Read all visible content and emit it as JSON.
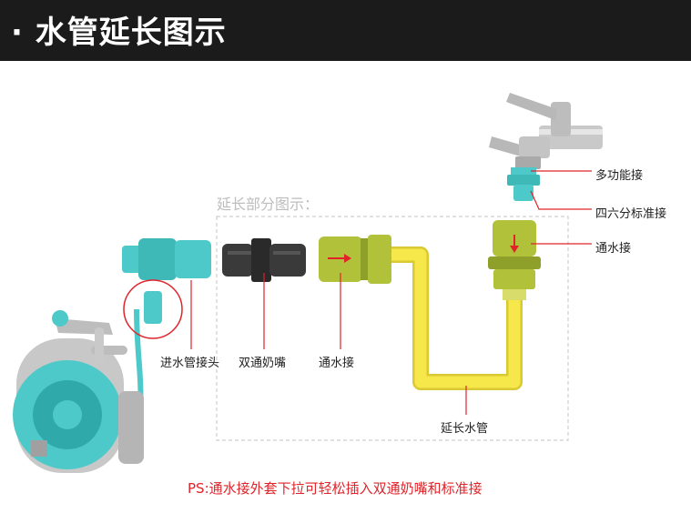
{
  "header": {
    "title": "· 水管延长图示"
  },
  "section_label": "延长部分图示：",
  "labels": {
    "multi_function": "多功能接",
    "standard_46": "四六分标准接",
    "quick_connector_right": "通水接",
    "inlet_connector": "进水管接头",
    "double_nipple": "双通奶嘴",
    "quick_connector_left": "通水接",
    "extension_hose": "延长水管"
  },
  "note": "PS:通水接外套下拉可轻松插入双通奶嘴和标准接",
  "colors": {
    "header_bg": "#1b1b1b",
    "teal": "#4ec9c9",
    "olive": "#b2c13a",
    "hose_yellow": "#f6e84a",
    "red_arrow": "#e0242a",
    "note_red": "#e0242a"
  }
}
